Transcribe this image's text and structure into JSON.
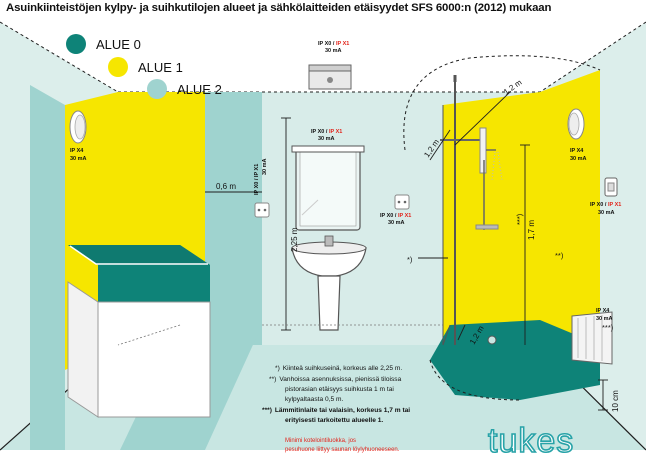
{
  "title": "Asuinkiinteistöjen kylpy- ja suihkutilojen alueet ja sähkölaitteiden etäisyydet SFS 6000:n (2012) mukaan",
  "colors": {
    "zone0": "#0e8378",
    "zone1": "#f6e600",
    "zone2": "#9fd3cf",
    "wall": "#d8ece9",
    "floor": "#c8e6e2",
    "red": "#e2231a"
  },
  "legend": [
    {
      "label": "ALUE 0",
      "color": "#0e8378"
    },
    {
      "label": "ALUE 1",
      "color": "#f6e600"
    },
    {
      "label": "ALUE 2",
      "color": "#9fd3cf"
    }
  ],
  "ratings": {
    "ceiling_light": {
      "ip": "IP X0",
      "sep": " / ",
      "ip2": "IP X1",
      "ma": "30 mA"
    },
    "mirror_light": {
      "ip": "IP X0",
      "sep": " / ",
      "ip2": "IP X1",
      "ma": "30 mA"
    },
    "left_lamp": {
      "ip": "IP X4",
      "ma": "30 mA"
    },
    "right_lamp": {
      "ip": "IP X4",
      "ma": "30 mA"
    },
    "left_socket_ip": "IP X0 / IP X1",
    "left_socket_ma": "30 mA",
    "middle": {
      "ip": "IP X0",
      "sep": " / ",
      "ip2": "IP X1",
      "ma": "30 mA"
    },
    "right_switch": {
      "ip": "IP X0",
      "sep": " / ",
      "ip2": "IP X1",
      "ma": "30 mA"
    },
    "heater": {
      "ip": "IP X4",
      "ma": "30 mA"
    }
  },
  "dimensions": {
    "d06": "0,6 m",
    "d225": "2,25 m",
    "d12a": "1,2 m",
    "d12b": "1,2 m",
    "d12c": "1,2 m",
    "d17": "1,7 m",
    "d10cm": "10 cm"
  },
  "markers": {
    "star1": "*)",
    "star2": "**)",
    "star3": "***)",
    "star2b": "**)",
    "star3b": "***)"
  },
  "notes": [
    {
      "mark": "*)",
      "text": "Kiinteä suihkuseinä, korkeus alle 2,25 m."
    },
    {
      "mark": "**)",
      "text": "Vanhoissa asennuksissa, pienissä tiloissa"
    },
    {
      "mark": "",
      "text": "pistorasian etäisyys suihkusta 1 m tai"
    },
    {
      "mark": "",
      "text": "kylpyaltaasta 0,5 m."
    },
    {
      "mark": "***)",
      "text": "Lämmitinlaite tai valaisin, korkeus 1,7 m tai"
    },
    {
      "mark": "",
      "text": "erityisesti tarkoitettu alueelle 1."
    }
  ],
  "footnote_red": [
    "Minimi kotelointiluokka, jos",
    "pesuhuone liittyy saunan löylyhuoneeseen."
  ],
  "brand": "tukes"
}
